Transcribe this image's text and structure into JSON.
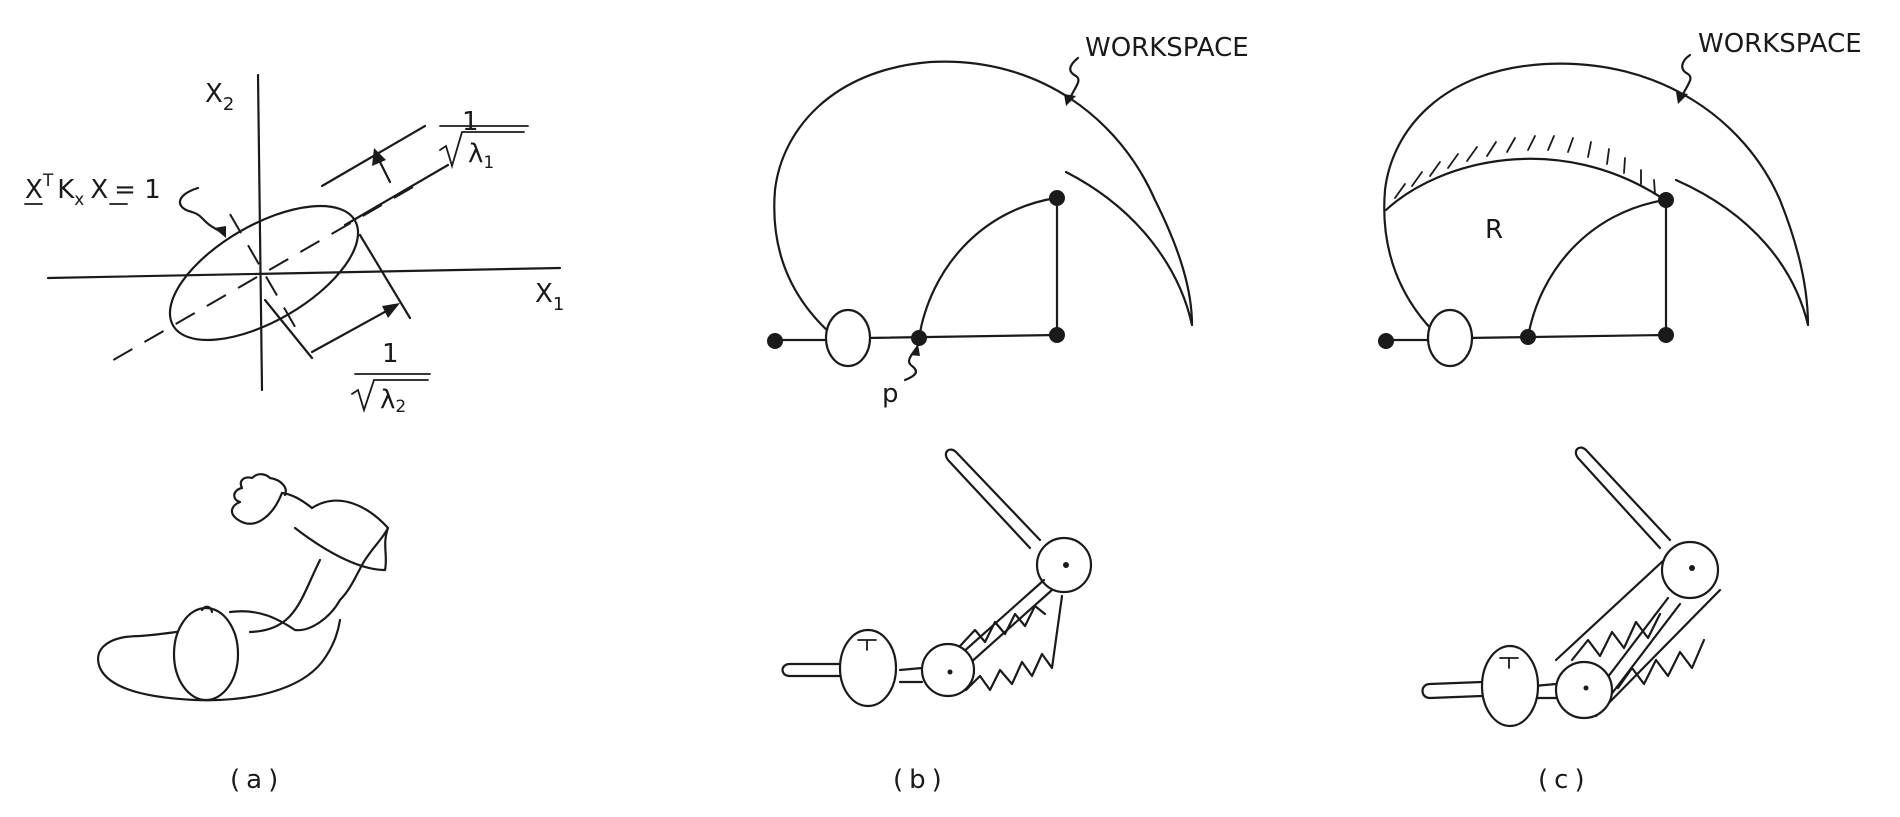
{
  "panel_a": {
    "equation": "X^T K_x X = 1",
    "eq_x": "X",
    "eq_t": "T",
    "eq_k": "K",
    "eq_sub": "x",
    "eq_x2": "X",
    "eq_rest": "= 1",
    "axis_x1": "X",
    "axis_x1_sub": "1",
    "axis_x2": "X",
    "axis_x2_sub": "2",
    "eigen1_num": "1",
    "eigen1_den": "λ",
    "eigen1_sub": "1",
    "eigen2_num": "1",
    "eigen2_den": "λ",
    "eigen2_sub": "2",
    "caption": "(a)"
  },
  "panel_b": {
    "workspace_label": "WORKSPACE",
    "point_label": "p",
    "caption": "(b)"
  },
  "panel_c": {
    "workspace_label": "WORKSPACE",
    "region_label": "R",
    "caption": "(c)"
  }
}
